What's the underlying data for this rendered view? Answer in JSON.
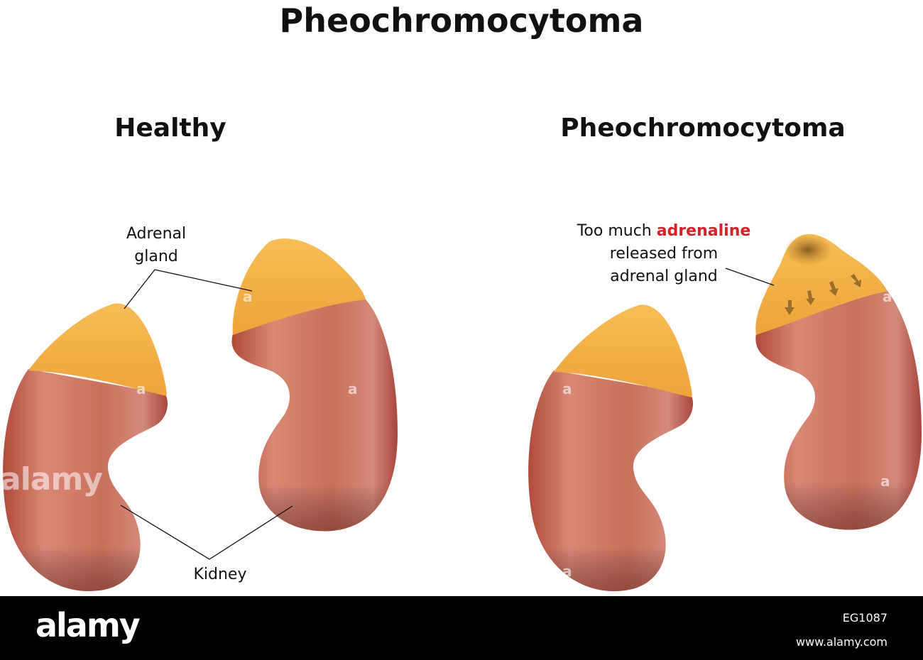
{
  "title": "Pheochromocytoma",
  "panels": {
    "healthy": {
      "heading": "Healthy"
    },
    "pheo": {
      "heading": "Pheochromocytoma"
    }
  },
  "labels": {
    "adrenal_gland_line1": "Adrenal",
    "adrenal_gland_line2": "gland",
    "kidney": "Kidney",
    "too_much_part1": "Too much ",
    "too_much_highlight": "adrenaline",
    "too_much_line2": "released from",
    "too_much_line3": "adrenal gland"
  },
  "watermark": {
    "logo": "alamy",
    "image_id": "EG1087",
    "site": "www.alamy.com"
  },
  "colors": {
    "adrenal": "#f3b144",
    "kidney": "#c8705c",
    "highlight": "#d3222a",
    "footer": "#000000"
  }
}
